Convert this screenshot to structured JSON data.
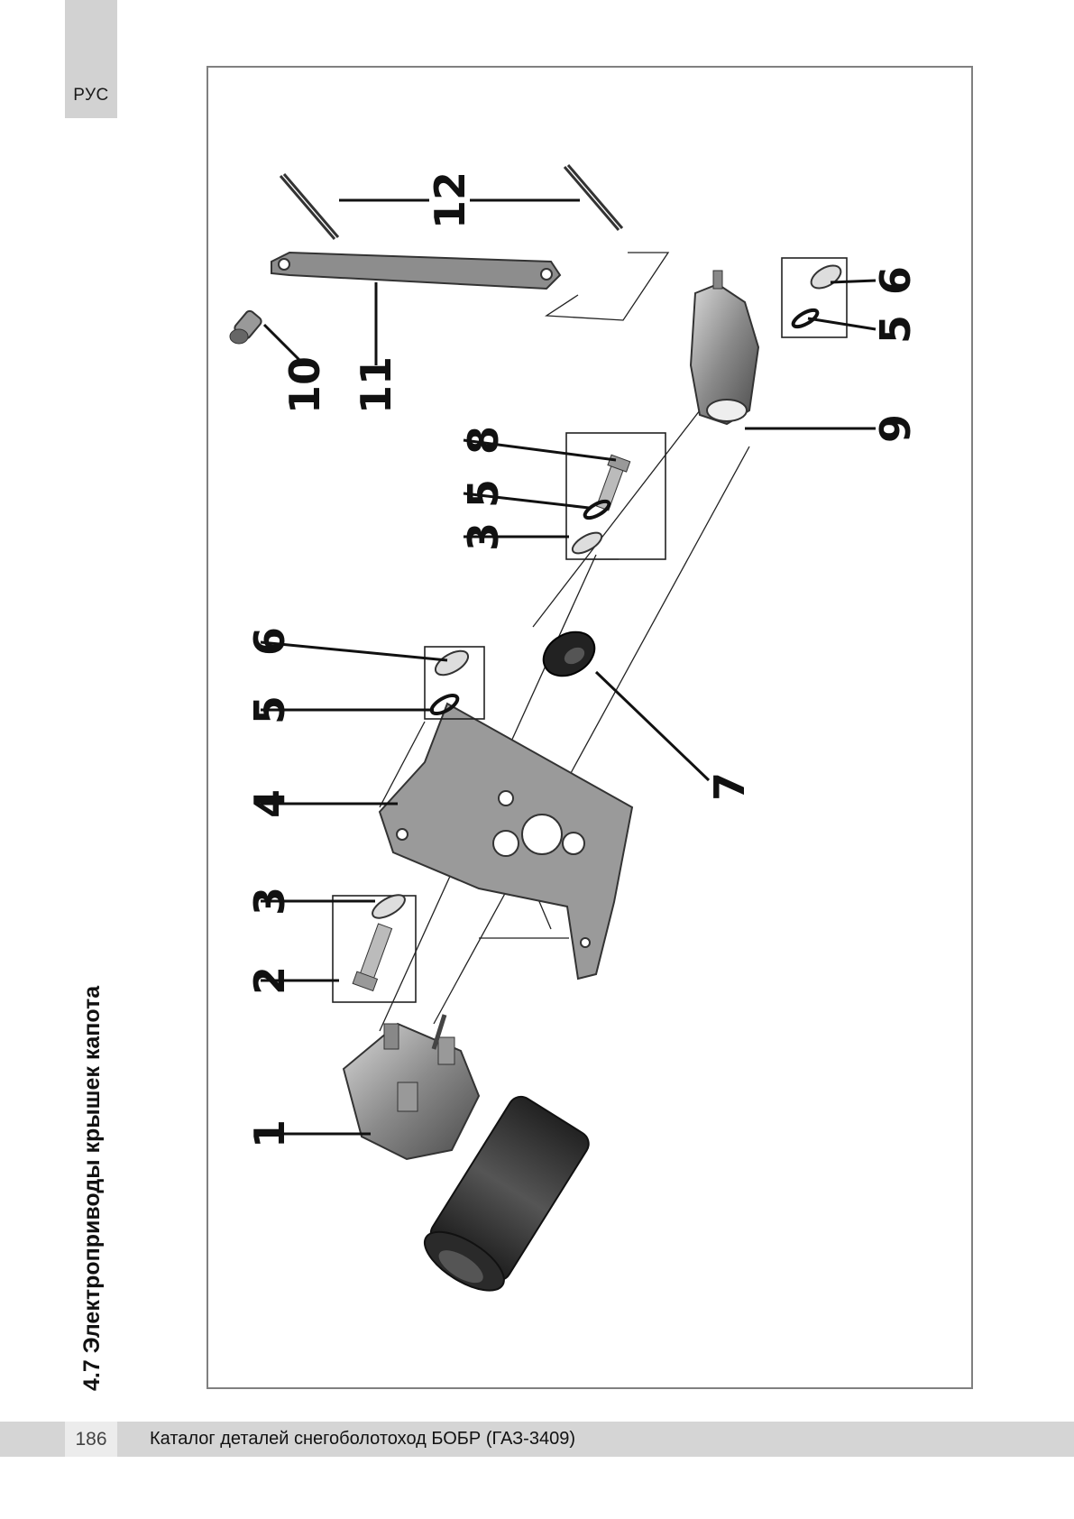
{
  "lang_tab": "РУС",
  "section_title": "4.7 Электроприводы крышек капота",
  "footer": {
    "page_number": "186",
    "catalog_title": "Каталог деталей снегоболотоход БОБР (ГАЗ-3409)"
  },
  "callouts": [
    "1",
    "2",
    "3",
    "4",
    "5",
    "6",
    "7",
    "3",
    "5",
    "8",
    "9",
    "5",
    "6",
    "10",
    "11",
    "12"
  ]
}
